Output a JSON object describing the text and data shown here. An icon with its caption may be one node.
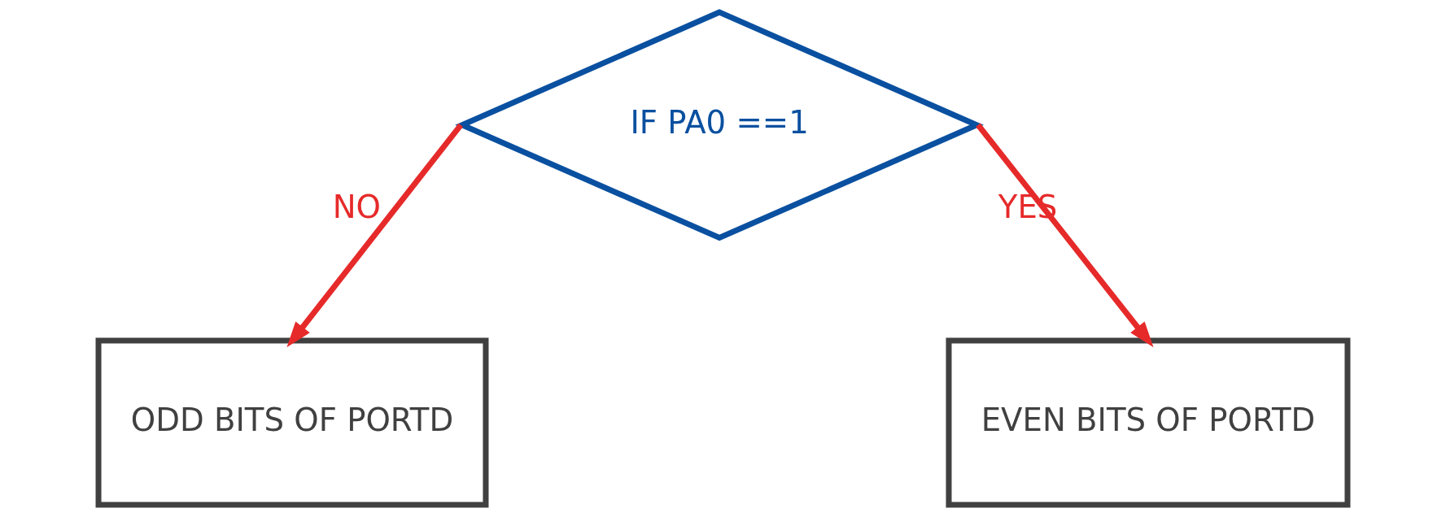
{
  "diagram": {
    "nodes": [
      {
        "text": [
          "IF PA0 ==1"
        ]
      },
      {
        "text": [
          "ODD BITS OF PORTD"
        ]
      },
      {
        "text": [
          "EVEN BITS OF PORTD"
        ]
      }
    ],
    "edges": [
      {
        "from": 0,
        "to": 1,
        "arrow": "to",
        "label": "NO",
        "color": "#e62a2a"
      },
      {
        "from": 0,
        "to": 2,
        "arrow": "to",
        "label": "YES",
        "color": "#e62a2a"
      }
    ]
  }
}
